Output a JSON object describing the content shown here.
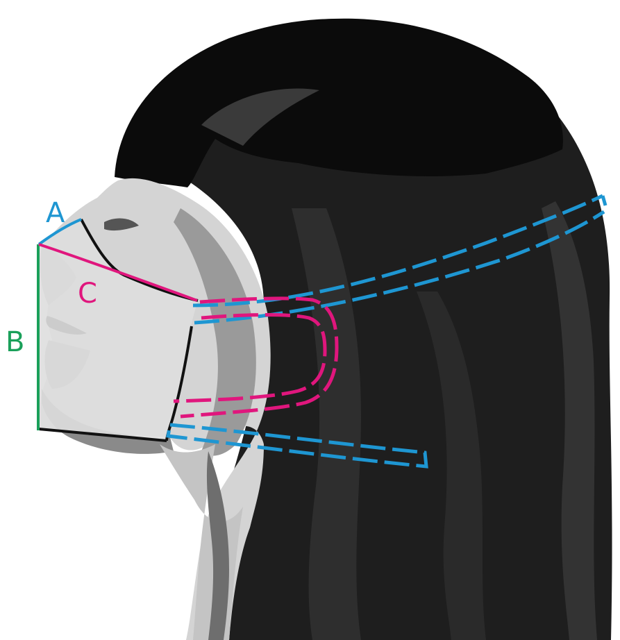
{
  "labels": {
    "a": "A",
    "b": "B",
    "c": "C"
  },
  "colors": {
    "measure_a": "#1e96d2",
    "measure_b": "#1aa05a",
    "measure_c": "#e0167d",
    "mask_outline": "#111111",
    "ear_loop_top": "#1e96d2",
    "ear_loop_bottom": "#1e96d2",
    "ear_loop_middle": "#e0167d",
    "hair_dark": "#0e0e0e",
    "hair_mid": "#2b2b2b",
    "skin_light": "#d9d9d9",
    "skin_mid": "#a9a9a9",
    "skin_shadow": "#7a7a7a",
    "mask_fill": "#dcdcdc"
  },
  "icons": [
    "head-profile-illustration",
    "face-mask-outline",
    "measurement-line-a",
    "measurement-line-b",
    "measurement-line-c",
    "ear-loop-top-dashed",
    "ear-loop-middle-dashed",
    "ear-loop-bottom-dashed"
  ]
}
